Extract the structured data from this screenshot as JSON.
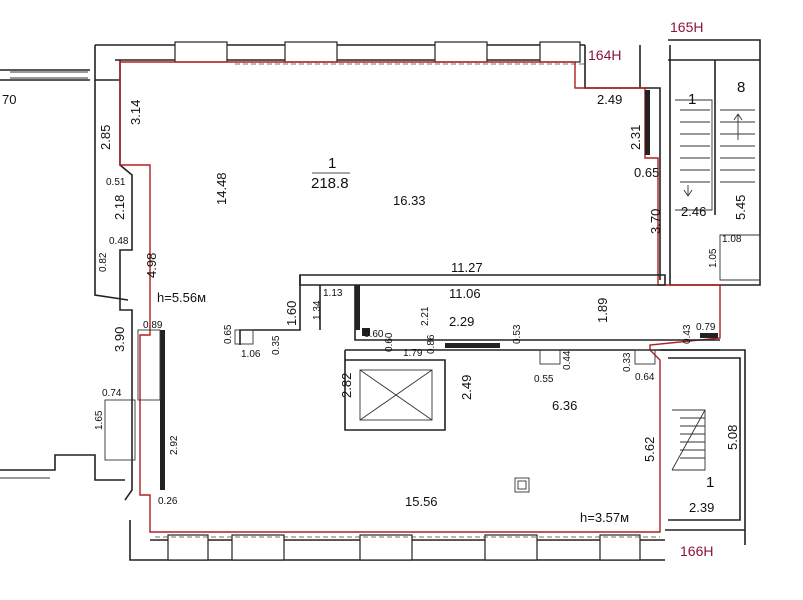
{
  "labels": {
    "tag_164": "164Н",
    "tag_165": "165Н",
    "tag_166": "166Н",
    "room_main_no": "1",
    "room_main_area": "218.8",
    "room_right_no_a": "1",
    "room_right_no_b": "8",
    "room_bottom_right_no": "1",
    "height_main": "h=5.56м",
    "height_lower": "h=3.57м",
    "edge_left": "70"
  },
  "dims": {
    "d_2_85": "2.85",
    "d_3_14": "3.14",
    "d_0_51": "0.51",
    "d_2_18": "2.18",
    "d_0_48": "0.48",
    "d_0_82": "0.82",
    "d_4_98": "4.98",
    "d_14_48": "14.48",
    "d_16_33": "16.33",
    "d_2_49_top": "2.49",
    "d_2_31": "2.31",
    "d_0_65_r": "0.65",
    "d_3_70": "3.70",
    "d_2_46": "2.46",
    "d_5_45": "5.45",
    "d_1_08": "1.08",
    "d_1_05": "1.05",
    "d_11_27": "11.27",
    "d_11_06": "11.06",
    "d_1_60": "1.60",
    "d_1_13": "1.13",
    "d_1_34": "1.34",
    "d_0_89": "0.89",
    "d_3_90": "3.90",
    "d_0_65_l": "0.65",
    "d_1_06": "1.06",
    "d_0_35": "0.35",
    "d_0_60_a": "0.60",
    "d_0_60_b": "0.60",
    "d_2_21": "2.21",
    "d_1_79": "1.79",
    "d_0_86": "0.86",
    "d_2_29": "2.29",
    "d_0_53": "0.53",
    "d_1_89": "1.89",
    "d_0_43": "0.43",
    "d_0_79": "0.79",
    "d_2_82": "2.82",
    "d_2_49_mid": "2.49",
    "d_0_55": "0.55",
    "d_0_44": "0.44",
    "d_0_33": "0.33",
    "d_0_64": "0.64",
    "d_6_36": "6.36",
    "d_0_74": "0.74",
    "d_1_65": "1.65",
    "d_2_92": "2.92",
    "d_0_26": "0.26",
    "d_5_62": "5.62",
    "d_5_08": "5.08",
    "d_15_56": "15.56",
    "d_2_39": "2.39"
  }
}
